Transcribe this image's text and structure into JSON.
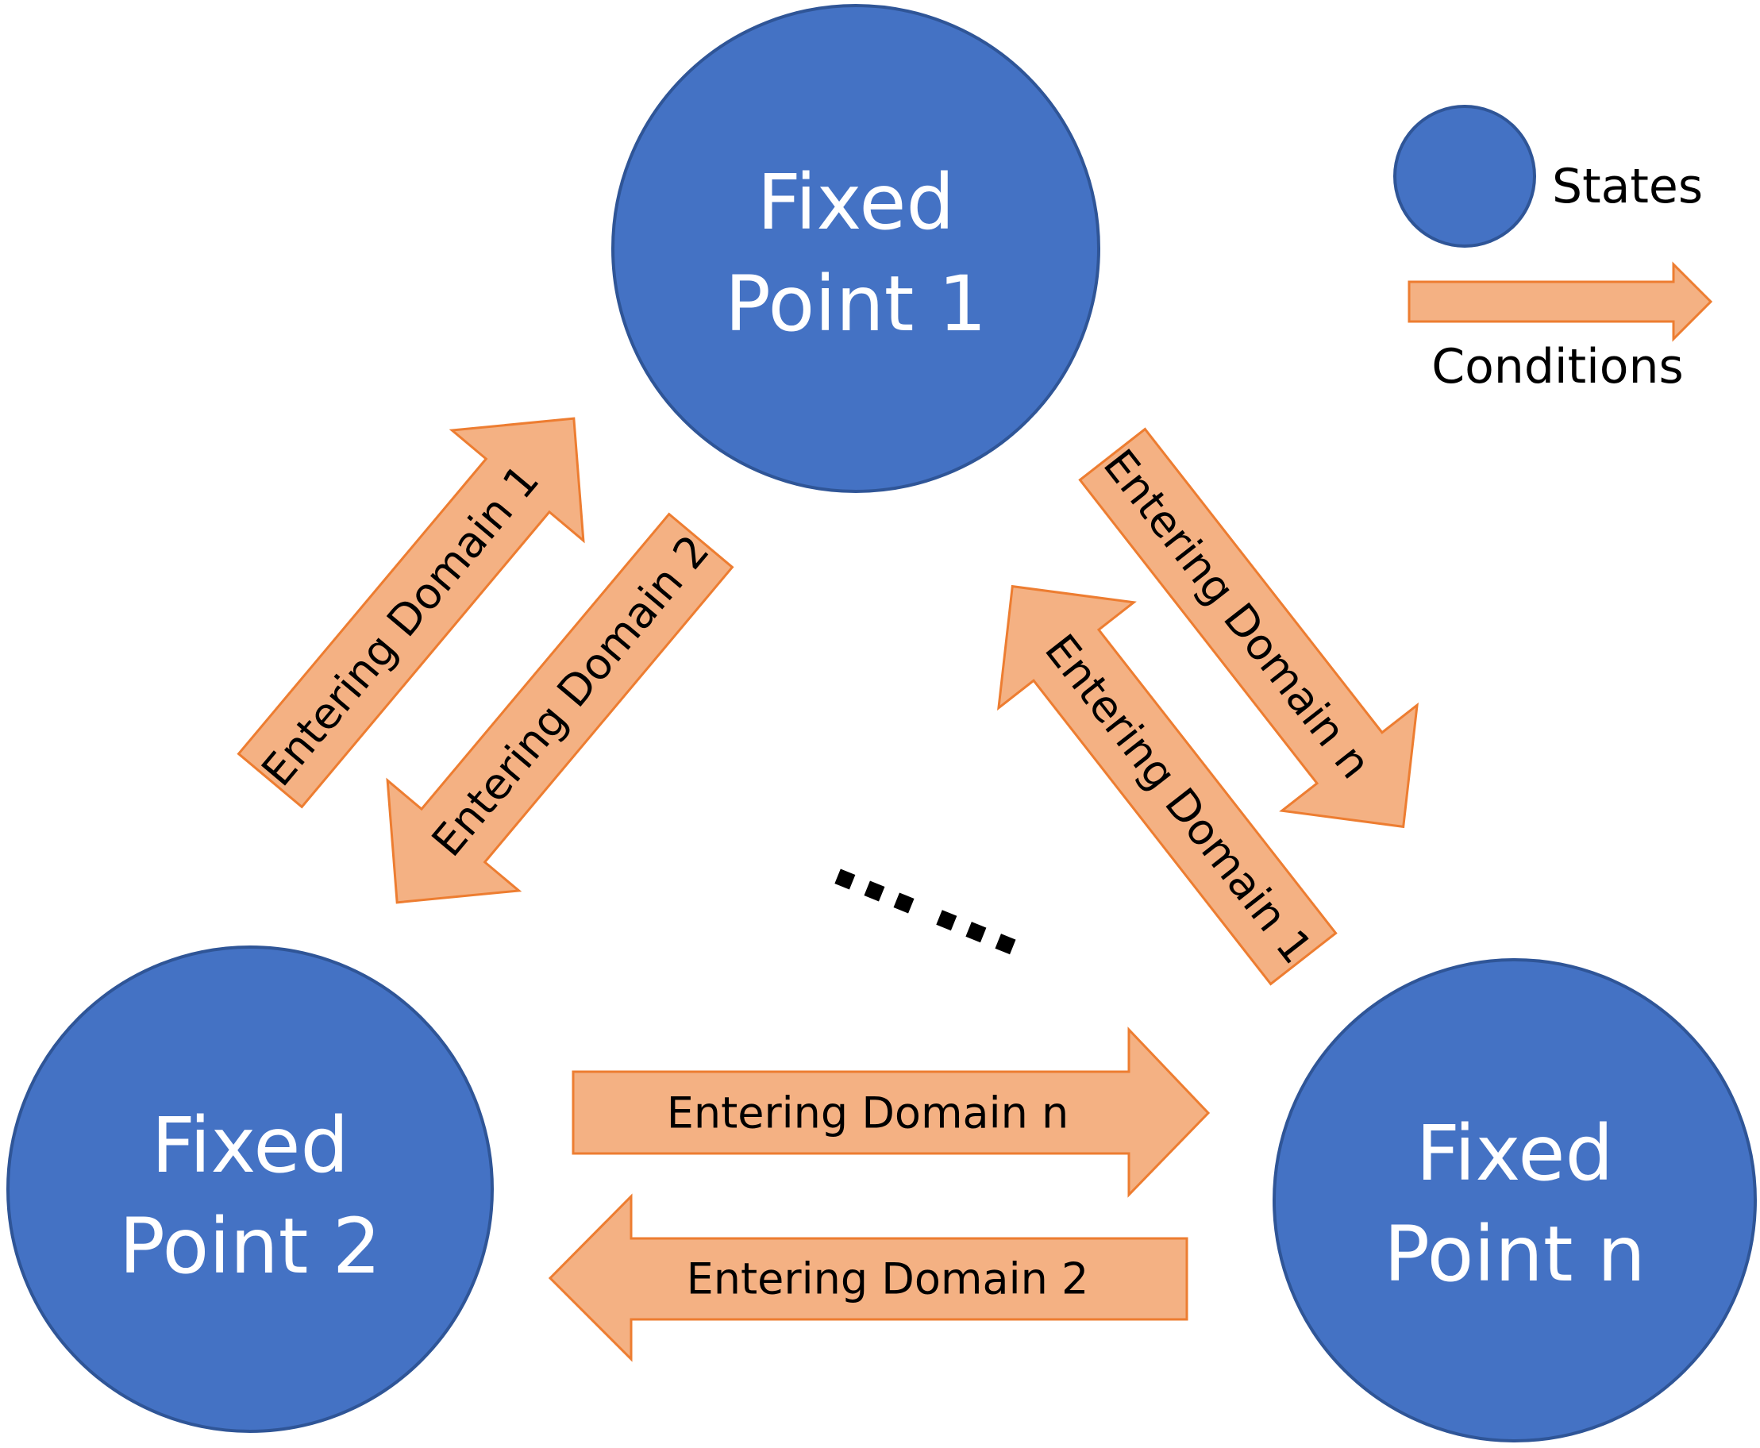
{
  "colors": {
    "state_fill": "#4472C4",
    "state_stroke": "#2F5597",
    "state_text": "#FFFFFF",
    "condition_fill": "#F4B183",
    "condition_stroke": "#ED7D31",
    "text": "#000000",
    "background": "#FFFFFF"
  },
  "states": {
    "fp1": {
      "line1": "Fixed",
      "line2": "Point 1"
    },
    "fp2": {
      "line1": "Fixed",
      "line2": "Point 2"
    },
    "fpn": {
      "line1": "Fixed",
      "line2": "Point n"
    }
  },
  "conditions": {
    "fp2_to_fp1": "Entering Domain 1",
    "fp1_to_fp2": "Entering Domain 2",
    "fp1_to_fpn": "Entering Domain n",
    "fpn_to_fp1": "Entering Domain 1",
    "fp2_to_fpn": "Entering Domain n",
    "fpn_to_fp2": "Entering Domain 2"
  },
  "ellipsis": "......",
  "legend": {
    "states_label": "States",
    "conditions_label": "Conditions"
  }
}
